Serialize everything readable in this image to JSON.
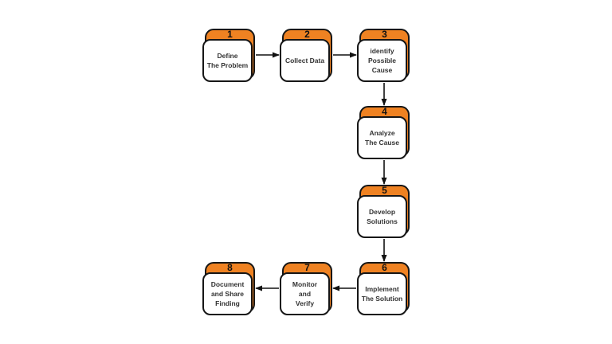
{
  "diagram": {
    "background": "#ffffff",
    "accent_color": "#ef8222",
    "border_color": "#161616",
    "text_color": "#333333",
    "steps": [
      {
        "number": "1",
        "label": "Define\nThe Problem"
      },
      {
        "number": "2",
        "label": "Collect Data"
      },
      {
        "number": "3",
        "label": "identify\nPossible Cause"
      },
      {
        "number": "4",
        "label": "Analyze\nThe Cause"
      },
      {
        "number": "5",
        "label": "Develop\nSolutions"
      },
      {
        "number": "6",
        "label": "Implement\nThe Solution"
      },
      {
        "number": "7",
        "label": "Monitor\nand\nVerify"
      },
      {
        "number": "8",
        "label": "Document\nand Share\nFinding"
      }
    ],
    "connections": [
      "1-2 right",
      "2-3 right",
      "3-4 down",
      "4-5 down",
      "5-6 down",
      "6-7 left",
      "7-8 left"
    ]
  }
}
